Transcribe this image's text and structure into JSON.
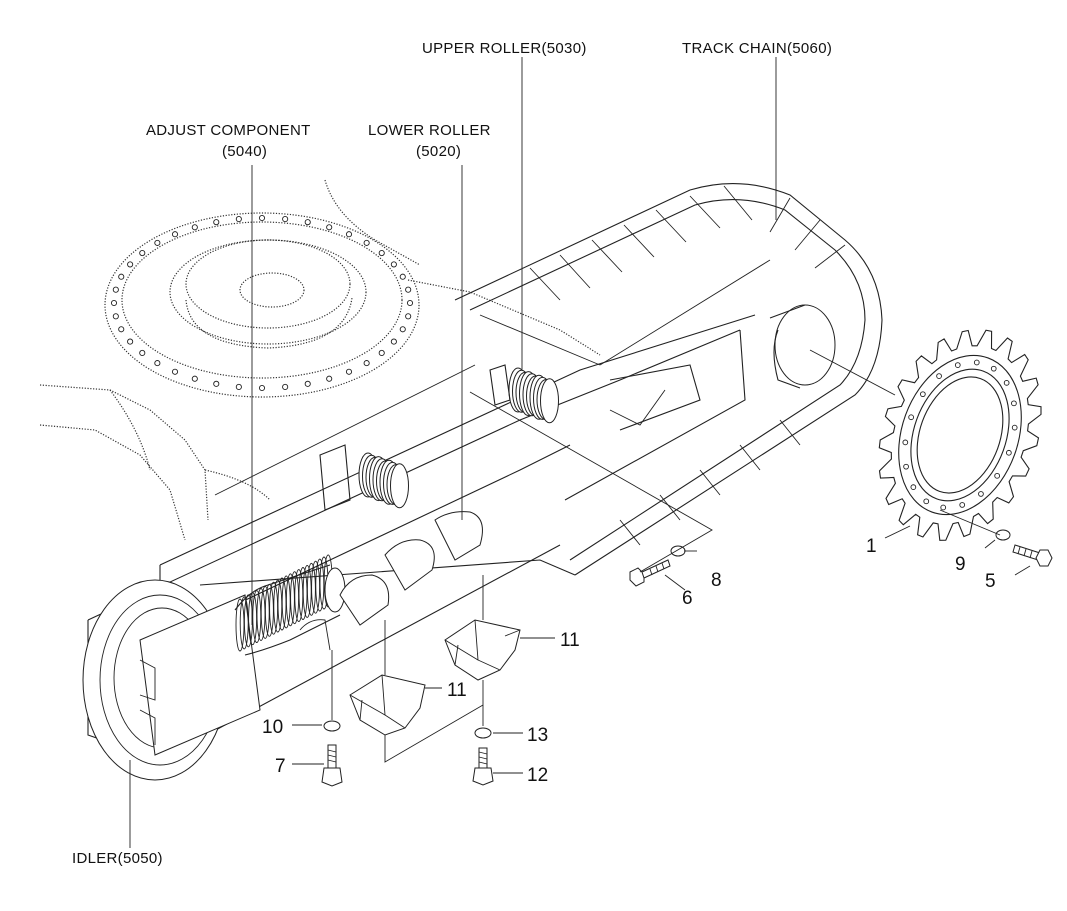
{
  "callouts": {
    "upper_roller": "UPPER ROLLER(5030)",
    "track_chain": "TRACK CHAIN(5060)",
    "adjust_component_line1": "ADJUST COMPONENT",
    "adjust_component_line2": "(5040)",
    "lower_roller_line1": "LOWER ROLLER",
    "lower_roller_line2": "(5020)",
    "idler": "IDLER(5050)"
  },
  "part_numbers": {
    "sprocket": "1",
    "washer_9": "9",
    "bolt_5": "5",
    "washer_8": "8",
    "bolt_6": "6",
    "guard_11a": "11",
    "guard_11b": "11",
    "washer_10": "10",
    "bolt_7": "7",
    "washer_13": "13",
    "bolt_12": "12"
  }
}
